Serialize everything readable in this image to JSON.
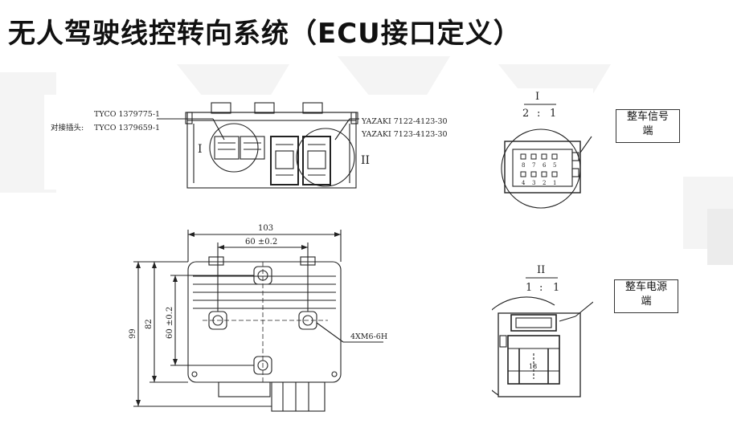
{
  "title": "无人驾驶线控转向系统（ECU接口定义）",
  "top_view": {
    "connector_left_line1": "TYCO 1379775-1",
    "connector_left_prefix": "对接插头:",
    "connector_left_line2": "TYCO 1379659-1",
    "connector_right_line1": "YAZAKI 7122-4123-30",
    "connector_right_line2": "YAZAKI 7123-4123-30",
    "marker_1": "I",
    "marker_2": "II"
  },
  "bottom_view": {
    "dim_width": "103",
    "dim_hole_spacing_x": "60 ±0.2",
    "dim_height_total": "99",
    "dim_height_body": "82",
    "dim_hole_spacing_y": "60 ±0.2",
    "thread_note": "4XM6-6H"
  },
  "detail_1": {
    "marker": "I",
    "scale_left": "2",
    "scale_sep": ":",
    "scale_right": "1",
    "pins_top": [
      "8",
      "7",
      "6",
      "5"
    ],
    "pins_bottom": [
      "4",
      "3",
      "2",
      "1"
    ],
    "label": "整车信号端",
    "label_line1": "整车信号",
    "label_line2": "端"
  },
  "detail_2": {
    "marker": "II",
    "scale_left": "1",
    "scale_sep": ":",
    "scale_right": "1",
    "pin_number": "18",
    "label_line1": "整车电源",
    "label_line2": "端"
  }
}
